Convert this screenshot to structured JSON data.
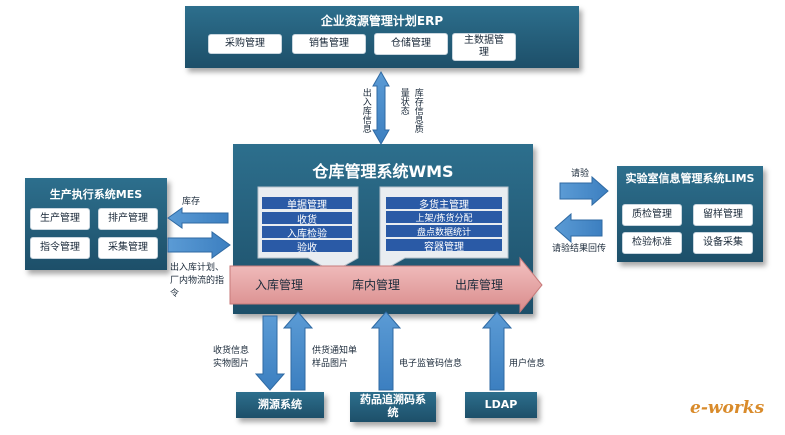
{
  "erp": {
    "title": "企业资源管理计划ERP",
    "modules": [
      "采购管理",
      "销售管理",
      "仓储管理",
      "主数据管理"
    ]
  },
  "wms": {
    "title": "仓库管理系统WMS",
    "left_panel": [
      "单据管理",
      "收货",
      "入库检验",
      "验收"
    ],
    "right_panel": [
      "多货主管理",
      "上架/拣货分配",
      "盘点数据统计",
      "容器管理"
    ],
    "flow": [
      "入库管理",
      "库内管理",
      "出库管理"
    ]
  },
  "mes": {
    "title": "生产执行系统MES",
    "modules": [
      "生产管理",
      "排产管理",
      "指令管理",
      "采集管理"
    ]
  },
  "lims": {
    "title": "实验室信息管理系统LIMS",
    "modules": [
      "质检管理",
      "留样管理",
      "检验标准",
      "设备采集"
    ]
  },
  "bottom": {
    "trace": "溯源系统",
    "drug": "药品追溯码系统",
    "ldap": "LDAP"
  },
  "labels": {
    "erp_down": "出入库信息",
    "erp_status": "量状态",
    "erp_up": "库存信息质",
    "mes_in": "库存",
    "mes_out": "出入库计划、厂内物流的指令",
    "lims_out": "请验",
    "lims_in": "请验结果回传",
    "trace_down": "收货信息实物图片",
    "trace_up": "供货通知单样品图片",
    "drug": "电子监管码信息",
    "ldap": "用户信息"
  },
  "watermark": "e-works"
}
